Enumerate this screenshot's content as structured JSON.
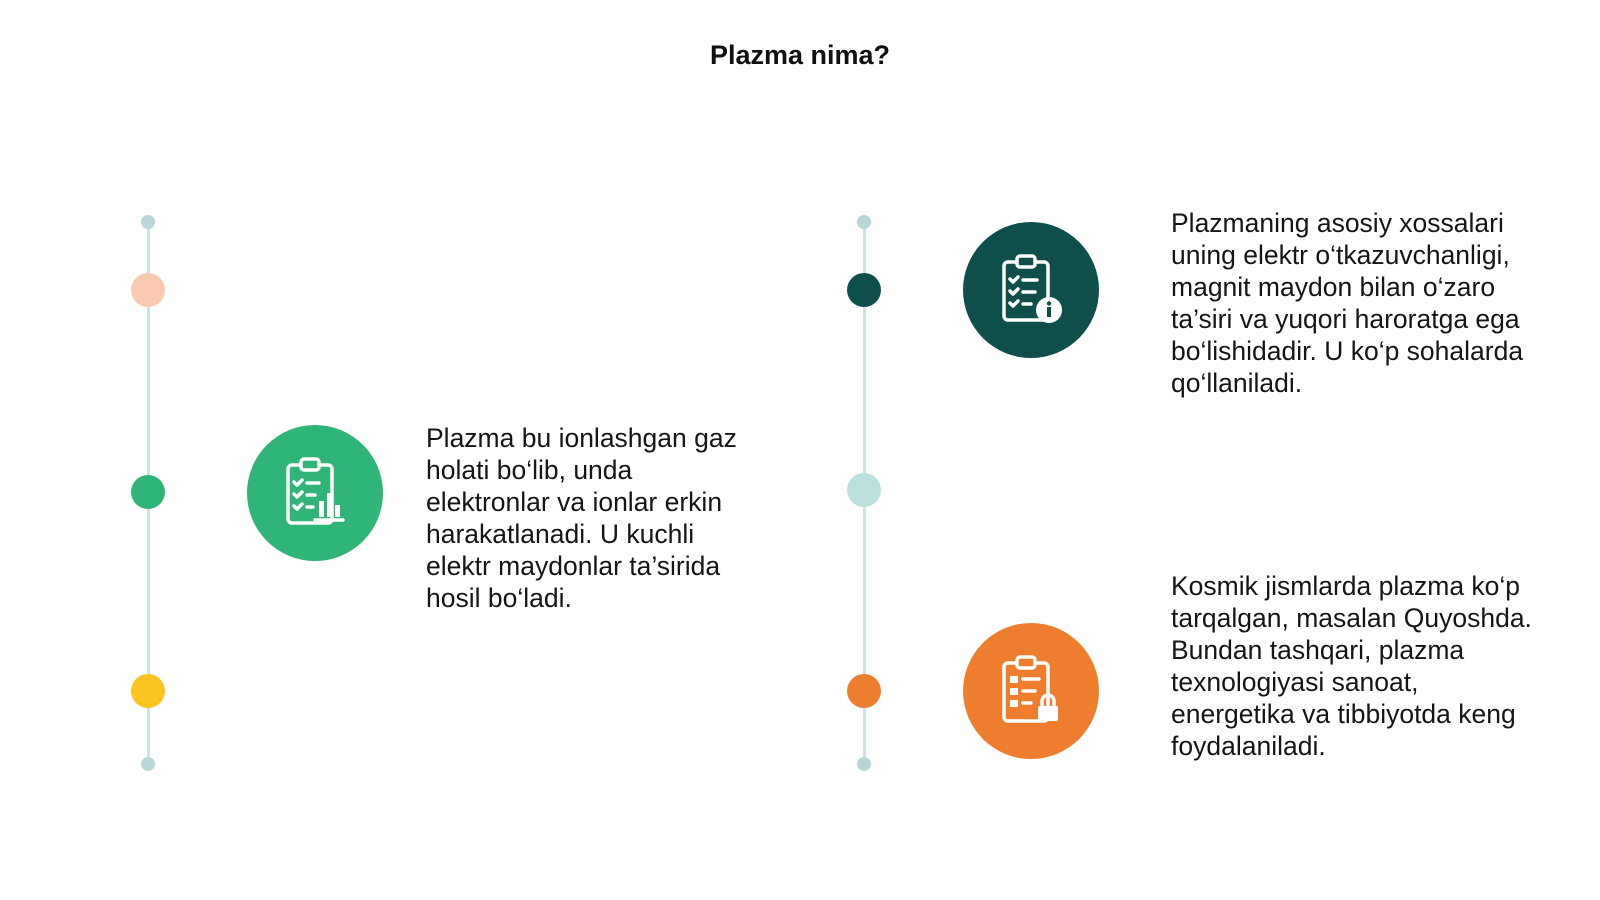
{
  "title": "Plazma nima?",
  "colors": {
    "line": "#cfe2e3",
    "green": "#2fb577",
    "dark_teal": "#0e4f4c",
    "orange": "#ee7d2e",
    "peach": "#f9c9b0",
    "yellow": "#fbc41f",
    "mint": "#b9e0dc"
  },
  "items": [
    {
      "icon": "clipboard-chart-icon",
      "color": "#2fb577",
      "text": "Plazma bu ionlashgan gaz holati bo‘lib, unda elektronlar va ionlar erkin harakatlanadi. U kuchli elektr maydonlar ta’sirida hosil bo‘ladi."
    },
    {
      "icon": "clipboard-info-icon",
      "color": "#0e4f4c",
      "text": "Plazmaning asosiy xossalari uning elektr o‘tkazuvchanligi, magnit maydon bilan o‘zaro ta’siri va yuqori haroratga ega bo‘lishidadir. U ko‘p sohalarda qo‘llaniladi."
    },
    {
      "icon": "clipboard-lock-icon",
      "color": "#ee7d2e",
      "text": "Kosmik jismlarda plazma ko‘p tarqalgan, masalan Quyoshda. Bundan tashqari, plazma texnologiyasi sanoat, energetika va tibbiyotda keng foydalaniladi."
    }
  ]
}
